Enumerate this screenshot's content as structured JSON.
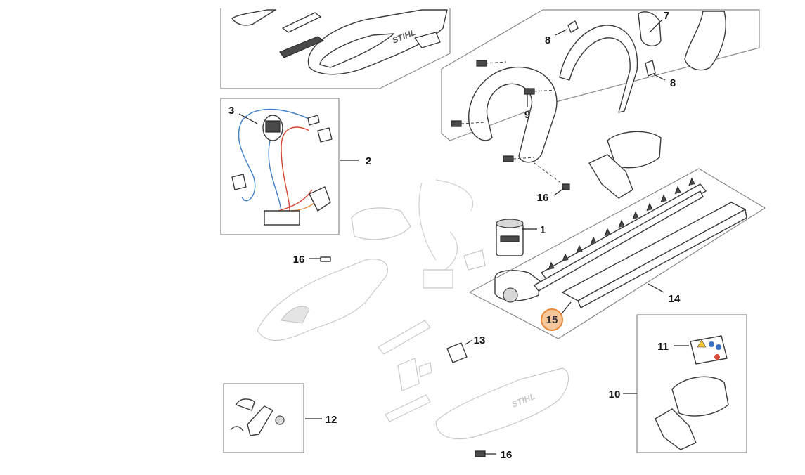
{
  "diagram": {
    "callouts": [
      {
        "id": "1",
        "label": "1"
      },
      {
        "id": "2",
        "label": "2"
      },
      {
        "id": "3",
        "label": "3"
      },
      {
        "id": "7",
        "label": "7"
      },
      {
        "id": "8a",
        "label": "8"
      },
      {
        "id": "8b",
        "label": "8"
      },
      {
        "id": "9",
        "label": "9"
      },
      {
        "id": "10",
        "label": "10"
      },
      {
        "id": "11",
        "label": "11"
      },
      {
        "id": "12",
        "label": "12"
      },
      {
        "id": "13",
        "label": "13"
      },
      {
        "id": "14",
        "label": "14"
      },
      {
        "id": "15",
        "label": "15"
      },
      {
        "id": "16a",
        "label": "16"
      },
      {
        "id": "16b",
        "label": "16"
      },
      {
        "id": "16c",
        "label": "16"
      }
    ],
    "brand_text": "STIHL",
    "colors": {
      "highlight_fill": "#f6c79b",
      "highlight_stroke": "#e8883a",
      "wire_blue": "#3f7fc8",
      "wire_red": "#d6452f",
      "wire_orange": "#e58a3a",
      "sticker_yellow": "#f2c230",
      "sticker_blue": "#3b6fc4",
      "sticker_red": "#d94a3a"
    }
  }
}
